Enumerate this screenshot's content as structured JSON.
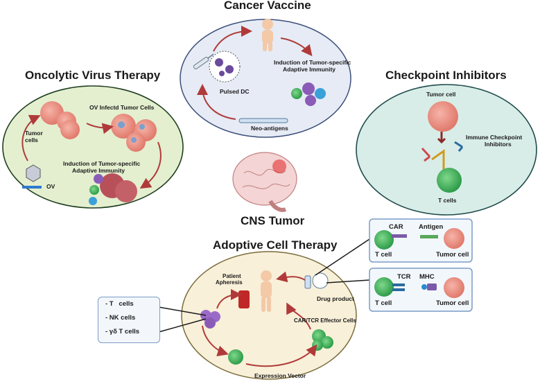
{
  "titles": {
    "cancer_vaccine": "Cancer Vaccine",
    "oncolytic": "Oncolytic Virus Therapy",
    "checkpoint": "Checkpoint Inhibitors",
    "cns": "CNS Tumor",
    "adoptive": "Adoptive Cell Therapy"
  },
  "vaccine": {
    "pulsed_dc": "Pulsed DC",
    "neo_antigens": "Neo-antigens",
    "induction_line1": "Induction of Tumor-specific",
    "induction_line2": "Adaptive Immunity"
  },
  "oncolytic": {
    "tumor_line1": "Tumor",
    "tumor_line2": "cells",
    "ov_infected": "OV Infectd Tumor Cells",
    "induction_line1": "Induction of Tumor-specific",
    "induction_line2": "Adaptive Immunity",
    "ov": "OV"
  },
  "checkpoint": {
    "tumor_cell": "Tumor cell",
    "ici_line1": "Immune Checkpoint",
    "ici_line2": "Inhibitors",
    "t_cells": "T cells"
  },
  "adoptive": {
    "patient_line1": "Patient",
    "patient_line2": "Apheresis",
    "drug_product": "Drug product",
    "effector_cells": "CAR/TCR Effector Cells",
    "expression_vector": "Expression Vector",
    "cell_list": [
      "- T   cells",
      "- NK cells",
      "- γδ T cells"
    ]
  },
  "car_box": {
    "car": "CAR",
    "antigen": "Antigen",
    "t_cell": "T cell",
    "tumor_cell": "Tumor cell"
  },
  "tcr_box": {
    "tcr": "TCR",
    "mhc": "MHC",
    "t_cell": "T cell",
    "tumor_cell": "Tumor cell"
  },
  "colors": {
    "vaccine_fill": "#e6ebf5",
    "oncolytic_fill": "#e3efcf",
    "checkpoint_fill": "#d8ede8",
    "adoptive_fill": "#f8f0d8",
    "arrow": "#b03a3a",
    "box_border": "#7a9cc6"
  }
}
